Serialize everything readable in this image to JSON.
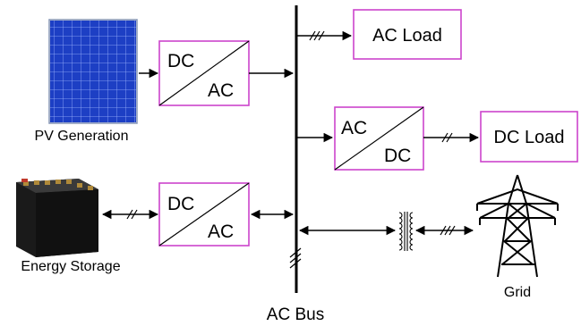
{
  "pv": {
    "label": "PV Generation"
  },
  "storage": {
    "label": "Energy Storage"
  },
  "bus": {
    "label": "AC Bus"
  },
  "grid": {
    "label": "Grid"
  },
  "converters": {
    "pv_inverter": {
      "top": "DC",
      "bottom": "AC"
    },
    "storage_inverter": {
      "top": "DC",
      "bottom": "AC"
    },
    "rectifier": {
      "top": "AC",
      "bottom": "DC"
    }
  },
  "loads": {
    "ac_load": "AC Load",
    "dc_load": "DC Load"
  },
  "colors": {
    "box_border": "#cc44cc",
    "pv_panel": "#1d3fc4",
    "battery_body": "#1a1a1a"
  }
}
